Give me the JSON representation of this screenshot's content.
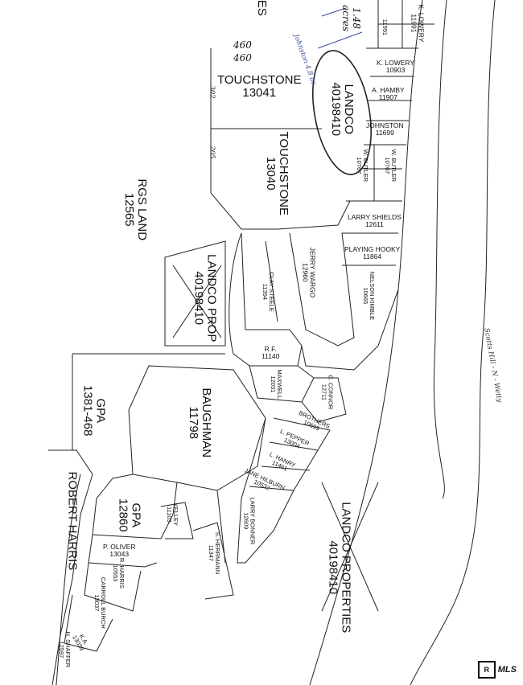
{
  "map": {
    "labels": {
      "touchstone_13041": "TOUCHSTONE\n13041",
      "touchstone_13040": "TOUCHSTONE\n13040",
      "rgs_land": "RGS LAND\n12565",
      "landco_top": "LANDCO\n40198410",
      "landco_prop": "LANDCO PROP\n40198410",
      "gpa_top": "GPA\n1381-468",
      "baughman": "BAUGHMAN\n11798",
      "gpa_12860": "GPA\n12860",
      "robert_harris": "ROBERT HARRIS",
      "landco_properties": "LANDCO PROPERTIES\n40198410",
      "es_fragment": "ES",
      "k_lowery_1": "K. LOWERY\n11991",
      "lot_11991": "11991",
      "k_lowery_2": "K. LOWERY\n10903",
      "a_hamby": "A. HAMBY\n11907",
      "johnston": "JOHNSTON\n11699",
      "w_butler_1": "W. BUTLER\n10767",
      "w_butler_2": "W. BUTLER\n10767",
      "larry_shields": "LARRY SHIELDS\n12611",
      "playing_hooky": "PLAYING HOOKY\n11864",
      "jerry_wargo": "JERRY WARGO\n12960",
      "clay_steele": "CLAY STEELE\n11394",
      "nelson_kimble": "NELSON KIMBLE\n10665",
      "rf": "R.F.\n11140",
      "maxwell": "MAXWELL\n12031",
      "c_connor": "C. CONNOR\n12711",
      "brothers": "BROTHERS\n10699",
      "l_pepper": "L. PEPPER\n13004",
      "l_hanry": "L. HANRY\n11461",
      "jane_hilburn": "JANE HILBURN\n10532",
      "larry_bonner": "LARRY BONNER\n12609",
      "kelley": "KELLEY\n11103",
      "s_herrmann": "S. HERRMANN\n11347",
      "p_oliver": "P. OLIVER\n13043",
      "r_harris": "R. HARRIS\n10553",
      "carroll_burch": "CARROLL BURCH\n13037",
      "ka": "K.A.\n13039",
      "h_shaffer": "H. SHAFFER\n12597"
    },
    "handwriting": {
      "acres": "1.48\nacres",
      "johnston_note": "Johnston 4.8 ac",
      "n460a": "460",
      "n460b": "460",
      "n302": "302",
      "n205": "205",
      "scotts_hill": "Scotts Hill - N - Wetty"
    }
  },
  "logo": {
    "r_mark": "R",
    "mls": "MLS"
  },
  "colors": {
    "ink": "#222222",
    "pen_blue": "#3a4aa0"
  }
}
